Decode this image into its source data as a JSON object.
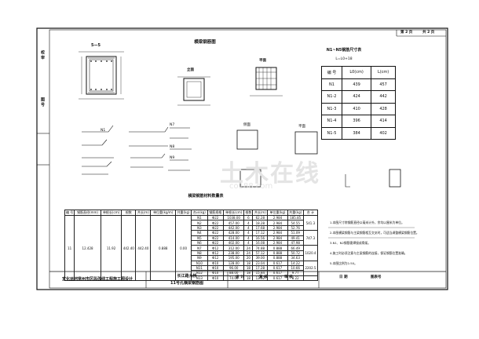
{
  "sheet": {
    "page_label": "第 2 页",
    "total_label": "共 2 页",
    "left_strip_top": "校 审",
    "left_strip_bottom": "图 号"
  },
  "section": {
    "label": "5—5"
  },
  "main": {
    "title": "横梁钢筋图",
    "elevation": "立面",
    "plan": "平面",
    "table_title": "横梁钢筋材料数量表"
  },
  "lengths": {
    "title": "N1~N5钢筋尺寸表",
    "note": "L=L0+18",
    "header": [
      "编 号",
      "L0(cm)",
      "L(cm)"
    ],
    "rows": [
      [
        "N1",
        "439",
        "457"
      ],
      [
        "N1-2",
        "424",
        "442"
      ],
      [
        "N1-3",
        "410",
        "428"
      ],
      [
        "N1-4",
        "396",
        "414"
      ],
      [
        "N1-5",
        "384",
        "402"
      ]
    ]
  },
  "materials": {
    "header": [
      "编 号",
      "钢筋直径(mm)",
      "单根长(cm)",
      "根数",
      "共长(m)",
      "单位重(kg/m)",
      "共重(kg)",
      "合计(kg)",
      "钢筋规格",
      "单根长(cm)",
      "根数",
      "共长(m)",
      "单位重(kg)",
      "共重(kg)",
      "合 计"
    ],
    "first_row": [
      "11",
      "12.428",
      "11.92",
      "442.40",
      "442.40",
      "0.888",
      "0.00"
    ],
    "rows": [
      [
        "N1",
        "Φ22",
        "1038.00",
        "6",
        "62.28",
        "2.984",
        "185.85"
      ],
      [
        "N2",
        "Φ22",
        "457.00",
        "4",
        "18.28",
        "2.984",
        "54.55"
      ],
      [
        "N3",
        "Φ22",
        "442.00",
        "4",
        "17.68",
        "2.984",
        "52.76"
      ],
      [
        "N4",
        "Φ22",
        "428.00",
        "4",
        "17.12",
        "2.984",
        "51.09"
      ],
      [
        "N5",
        "Φ22",
        "414.00",
        "4",
        "16.56",
        "2.984",
        "49.41"
      ],
      [
        "N6",
        "Φ22",
        "402.00",
        "4",
        "16.08",
        "2.984",
        "47.98"
      ],
      [
        "N7",
        "Φ12",
        "312.00",
        "24",
        "74.88",
        "0.888",
        "66.49"
      ],
      [
        "N8",
        "Φ12",
        "238.00",
        "24",
        "57.12",
        "0.888",
        "50.72"
      ],
      [
        "N9",
        "Φ12",
        "195.00",
        "20",
        "39.00",
        "0.888",
        "34.63"
      ],
      [
        "N10",
        "Φ10",
        "128.00",
        "18",
        "23.04",
        "0.617",
        "14.22"
      ],
      [
        "N11",
        "Φ10",
        "96.00",
        "18",
        "17.28",
        "0.617",
        "10.66"
      ],
      [
        "N12",
        "Φ10",
        "88.00",
        "18",
        "15.84",
        "0.617",
        "9.77"
      ],
      [
        "N13",
        "Φ10",
        "74.00",
        "18",
        "13.32",
        "0.617",
        "8.22"
      ]
    ],
    "totals": [
      "541.3",
      "747.3",
      "1020.4",
      "2202.5"
    ]
  },
  "notes": [
    "1.本图尺寸除钢筋直径以毫米计外，余均以厘米为单位。",
    "2.本图横梁钢筋与主梁钢筋相互交叉时，可适当调整横梁钢筋位置。",
    "3.N1、N2钢筋需焊接成骨架。",
    "4.施工时必须注意与主梁钢筋的连接，保证钢筋位置准确。",
    "5.本图比例为1:50。"
  ],
  "title_block": {
    "unit": "宜化运河常州市区段改线工程施工图设计",
    "project": "长江路大桥",
    "drawing": "11号孔横梁钢筋图",
    "roles": [
      "设 计",
      "复 核",
      "审 核"
    ],
    "date_label": "日 期",
    "drawing_no_label": "图表号"
  },
  "detail_labels": {
    "side": "侧面",
    "plan_b": "平面",
    "n1": "N1",
    "n7": "N7",
    "n8": "N8",
    "n9": "N9"
  },
  "watermark": {
    "text": "土木在线",
    "sub": "co188.com"
  }
}
